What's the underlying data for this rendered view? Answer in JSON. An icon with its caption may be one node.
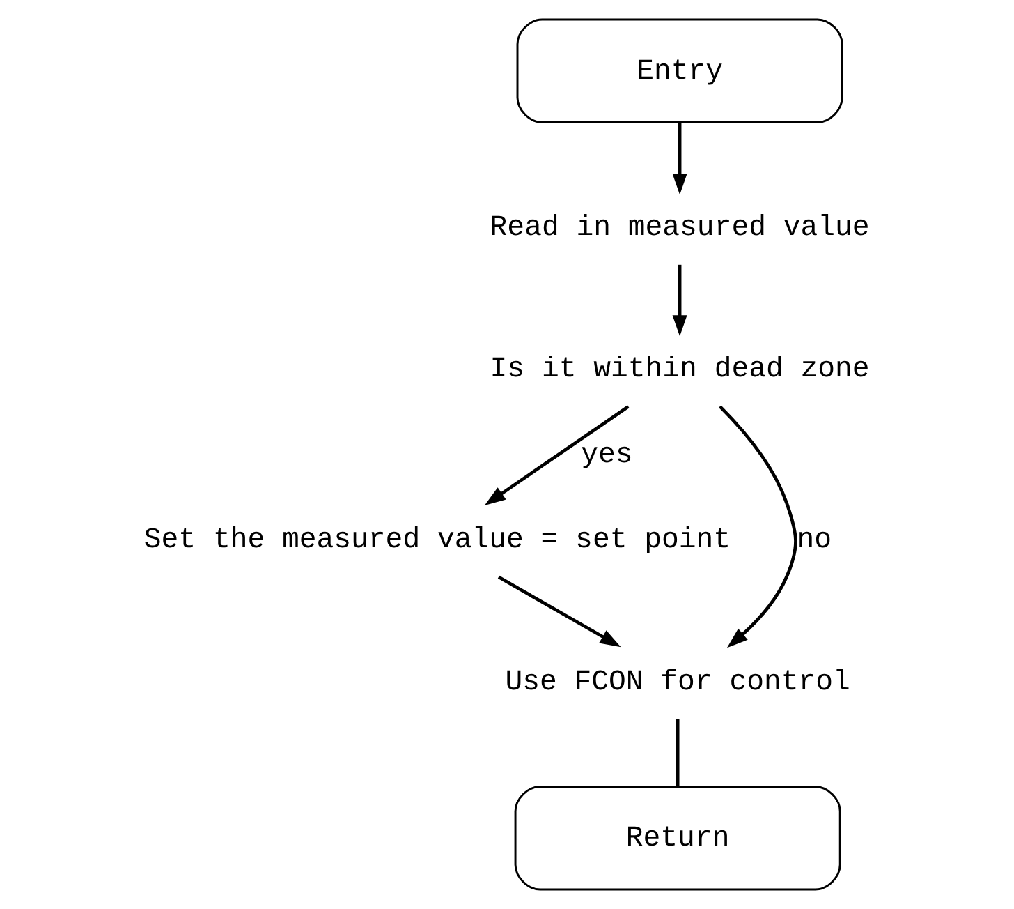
{
  "diagram": {
    "nodes": [
      {
        "text": [
          "Entry"
        ]
      },
      {
        "text": [
          "Read in measured value"
        ]
      },
      {
        "text": [
          "Is it within dead zone"
        ]
      },
      {
        "text": [
          "Set the measured value = set point"
        ]
      },
      {
        "text": [
          "Use FCON for control"
        ]
      },
      {
        "text": [
          "Return"
        ]
      }
    ],
    "edges": [
      {
        "from": 0,
        "to": 1,
        "arrow": "to"
      },
      {
        "from": 1,
        "to": 2,
        "arrow": "to"
      },
      {
        "from": 2,
        "to": 3,
        "arrow": "to",
        "label": "yes"
      },
      {
        "from": 2,
        "to": 4,
        "arrow": "to",
        "label": "no"
      },
      {
        "from": 3,
        "to": 4,
        "arrow": "to"
      },
      {
        "from": 4,
        "to": 5,
        "arrow": "none"
      }
    ]
  }
}
